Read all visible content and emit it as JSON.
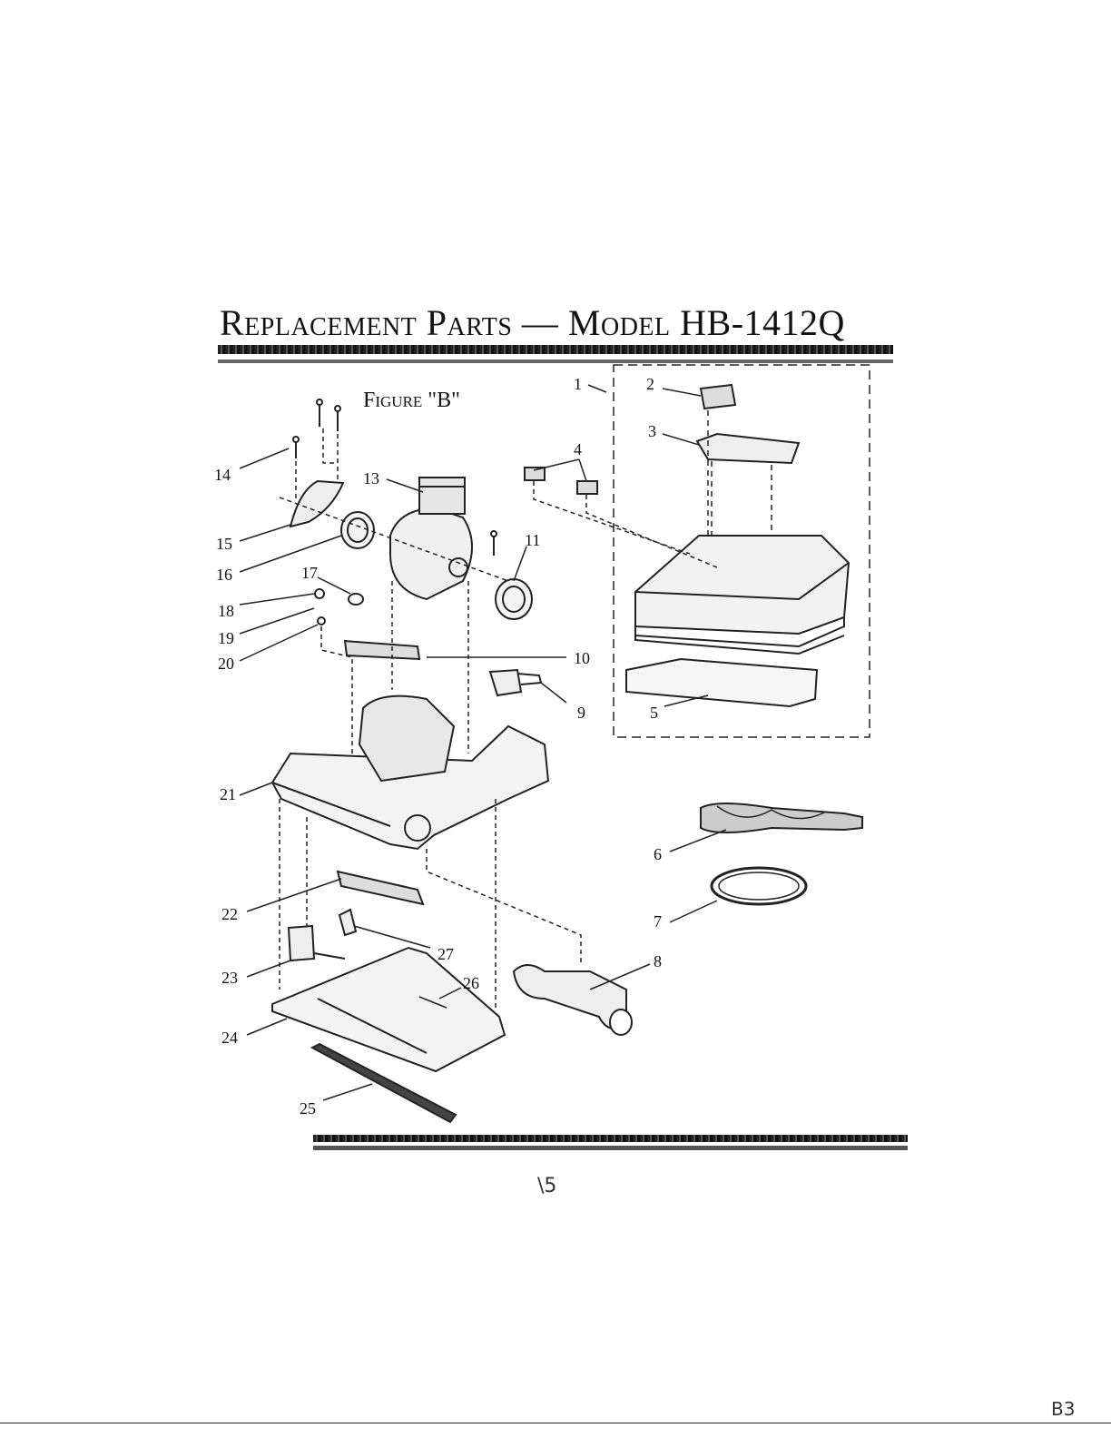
{
  "header": {
    "title": "Replacement Parts — Model HB-1412Q",
    "figure_label": "Figure \"B\""
  },
  "callouts": [
    "1",
    "2",
    "3",
    "4",
    "5",
    "6",
    "7",
    "8",
    "9",
    "10",
    "11",
    "13",
    "14",
    "15",
    "16",
    "17",
    "18",
    "19",
    "20",
    "21",
    "22",
    "23",
    "24",
    "25",
    "26",
    "27"
  ],
  "footer": {
    "handwritten_mark": "\\5",
    "page_code": "B3"
  }
}
